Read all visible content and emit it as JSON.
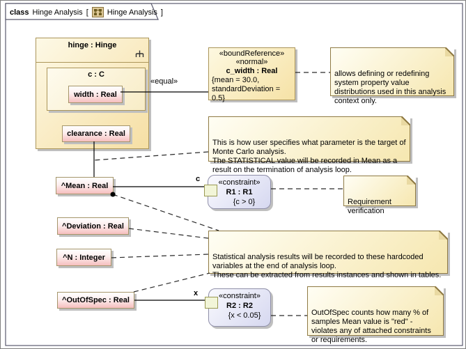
{
  "frame": {
    "keyword": "class",
    "diagram_name": "Hinge Analysis",
    "bracket_open": "[",
    "context_name": "Hinge Analysis",
    "bracket_close": "]"
  },
  "hinge_block": {
    "title": "hinge : Hinge",
    "part_c": {
      "title": "c : C",
      "width_prop": "width : Real"
    },
    "clearance_prop": "clearance : Real"
  },
  "bound_reference": {
    "stereotype1": "«boundReference»",
    "stereotype2": "«normal»",
    "name": "c_width : Real",
    "expr_line1": "{mean = 30.0,",
    "expr_line2": "standardDeviation = 0.5}"
  },
  "value_properties": {
    "mean": "^Mean : Real",
    "deviation": "^Deviation : Real",
    "n": "^N : Integer",
    "out_of_spec": "^OutOfSpec : Real"
  },
  "constraints": {
    "r1": {
      "stereotype": "«constraint»",
      "name": "R1 : R1",
      "expression": "{c > 0}"
    },
    "r2": {
      "stereotype": "«constraint»",
      "name": "R2 : R2",
      "expression": "{x < 0.05}"
    }
  },
  "edge_labels": {
    "equal": "«equal»",
    "c": "c",
    "x": "x"
  },
  "notes": {
    "bound_ref_note": "allows defining or redefining system property value distributions used in this analysis context only.",
    "monte_carlo_note": "This is how user specifies what parameter is the target of Monte Carlo analysis.\nThe STATISTICAL value will be recorded in Mean as a result on the termination of analysis loop.",
    "requirement_note": "Requirement verification",
    "statistical_note": "Statistical analysis results will be recorded to these hardcoded variables at the end of analysis loop.\nThese can be extracted from results instances and shown in tables.",
    "out_of_spec_note": "OutOfSpec counts how many % of samples Mean value is \"red\" - violates any of attached constraints or requirements."
  },
  "colors": {
    "block_fill": "#f6dfa4",
    "value_prop_fill": "#f6bebe",
    "constraint_fill": "#d6d8f0",
    "note_fill": "#f6e7b0",
    "border_tan": "#ab9559",
    "frame_border": "#5a5a6e"
  }
}
